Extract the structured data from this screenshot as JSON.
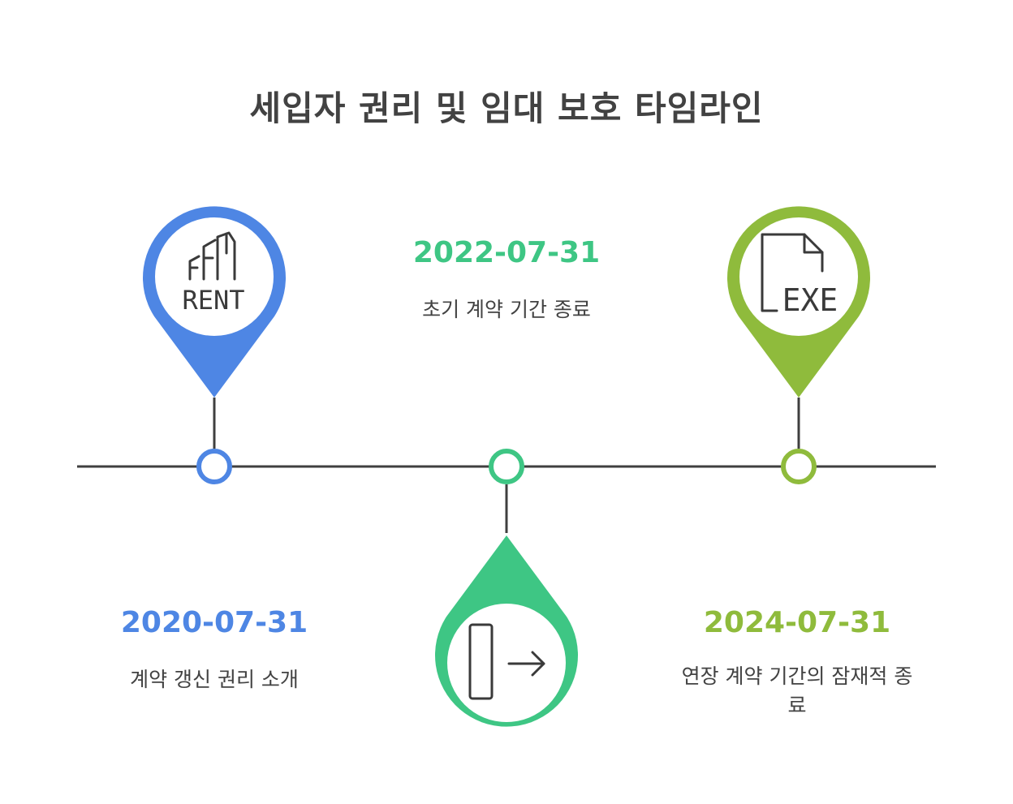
{
  "title": "세입자 권리 및 임대 보호 타임라인",
  "colors": {
    "blue": "#4e86e4",
    "teal": "#3ec684",
    "olive": "#8fbb3c",
    "line": "#3f3f3f"
  },
  "events": [
    {
      "date": "2020-07-31",
      "description": "계약 갱신 권리 소개",
      "icon": "rent-building-icon",
      "icon_label": "RENT"
    },
    {
      "date": "2022-07-31",
      "description": "초기 계약 기간 종료",
      "icon": "exit-door-icon"
    },
    {
      "date": "2024-07-31",
      "description": "연장 계약 기간의 잠재적 종료",
      "icon": "exe-file-icon",
      "icon_label": "EXE"
    }
  ]
}
